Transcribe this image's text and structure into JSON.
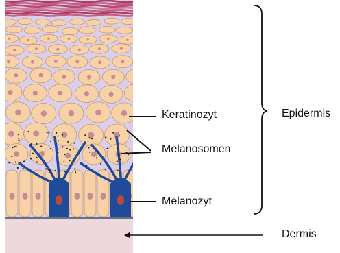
{
  "labels": {
    "keratinocyte": "Keratinozyt",
    "melanosomes": "Melanosomen",
    "melanocyte": "Melanozyt",
    "epidermis": "Epidermis",
    "dermis": "Dermis"
  },
  "colors": {
    "cell_fill": "#f6d2a6",
    "cell_outline": "#c9977b",
    "nucleus": "#c98a98",
    "stratum_corneum": "#b7476e",
    "interstitial": "#d9cfe8",
    "melanocyte": "#1f4b98",
    "dermis": "#edd8dc",
    "pointer": "#111111"
  }
}
